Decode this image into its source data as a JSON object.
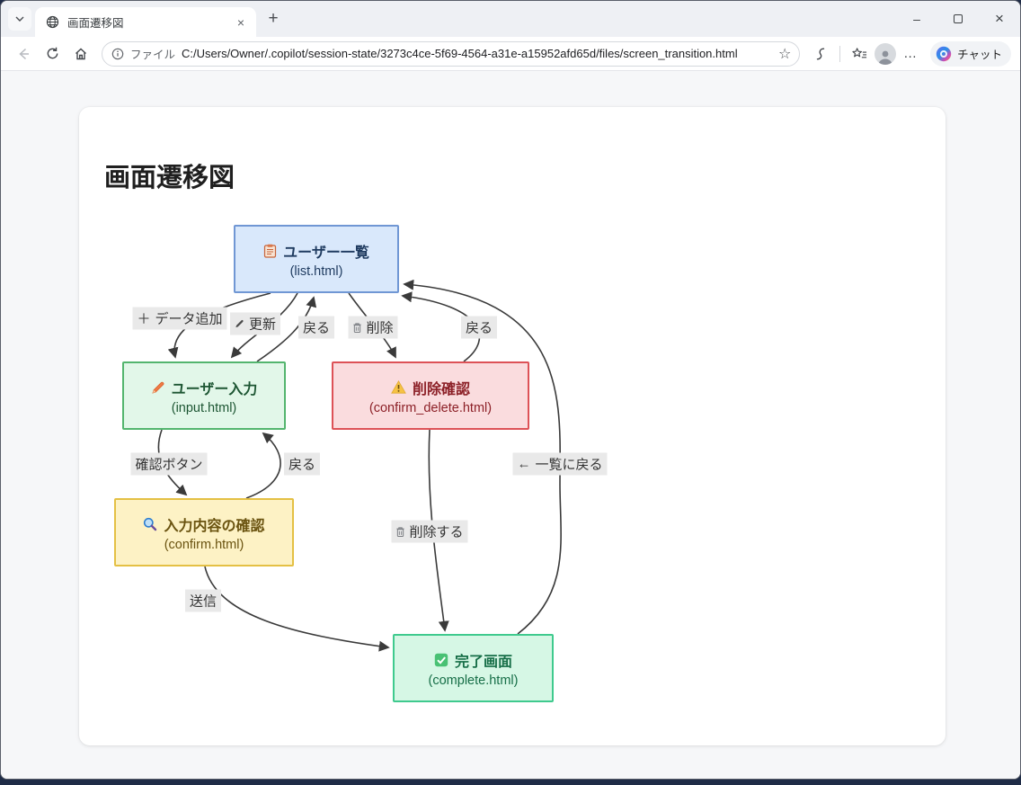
{
  "browser": {
    "tab": {
      "title": "画面遷移図",
      "close_glyph": "×",
      "new_tab_glyph": "+"
    },
    "toolbar": {
      "file_label": "ファイル",
      "url": "C:/Users/Owner/.copilot/session-state/3273c4ce-5f69-4564-a31e-a15952afd65d/files/screen_transition.html",
      "star_glyph": "☆",
      "more_glyph": "…",
      "copilot_label": "チャット"
    },
    "window_controls": {
      "minimize": "–",
      "close": "×"
    }
  },
  "page": {
    "title": "画面遷移図"
  },
  "diagram": {
    "colors": {
      "edge_stroke": "#3a3a3a",
      "edge_label_bg": "#e9e9e9",
      "list_fill": "#d9e8fb",
      "list_border": "#7097d4",
      "input_fill": "#e2f7e9",
      "input_border": "#53b56e",
      "confirm_delete_fill": "#fadcde",
      "confirm_delete_border": "#dd5257",
      "confirm_fill": "#fdf2c5",
      "confirm_border": "#e4c044",
      "complete_fill": "#d6f7e5",
      "complete_border": "#3fca8e"
    },
    "nodes": [
      {
        "id": "list",
        "icon": "clipboard-icon",
        "title": "ユーザー一覧",
        "file": "(list.html)"
      },
      {
        "id": "input",
        "icon": "pencil-icon",
        "title": "ユーザー入力",
        "file": "(input.html)"
      },
      {
        "id": "confirm_delete",
        "icon": "warning-icon",
        "title": "削除確認",
        "file": "(confirm_delete.html)"
      },
      {
        "id": "confirm",
        "icon": "magnifier-icon",
        "title": "入力内容の確認",
        "file": "(confirm.html)"
      },
      {
        "id": "complete",
        "icon": "check-icon",
        "title": "完了画面",
        "file": "(complete.html)"
      }
    ],
    "edges": [
      {
        "from": "list",
        "to": "input",
        "label": "データ追加",
        "icon_glyph": "＋"
      },
      {
        "from": "list",
        "to": "input",
        "label": "更新",
        "icon": "pencil-small-icon"
      },
      {
        "from": "input",
        "to": "list",
        "label": "戻る"
      },
      {
        "from": "list",
        "to": "confirm_delete",
        "label": "削除",
        "icon": "trash-icon"
      },
      {
        "from": "confirm_delete",
        "to": "list",
        "label": "戻る"
      },
      {
        "from": "input",
        "to": "confirm",
        "label": "確認ボタン"
      },
      {
        "from": "confirm",
        "to": "input",
        "label": "戻る"
      },
      {
        "from": "complete",
        "to": "list",
        "label": "一覧に戻る",
        "icon_glyph": "←"
      },
      {
        "from": "confirm_delete",
        "to": "complete",
        "label": "削除する",
        "icon": "trash-icon"
      },
      {
        "from": "confirm",
        "to": "complete",
        "label": "送信"
      }
    ]
  }
}
